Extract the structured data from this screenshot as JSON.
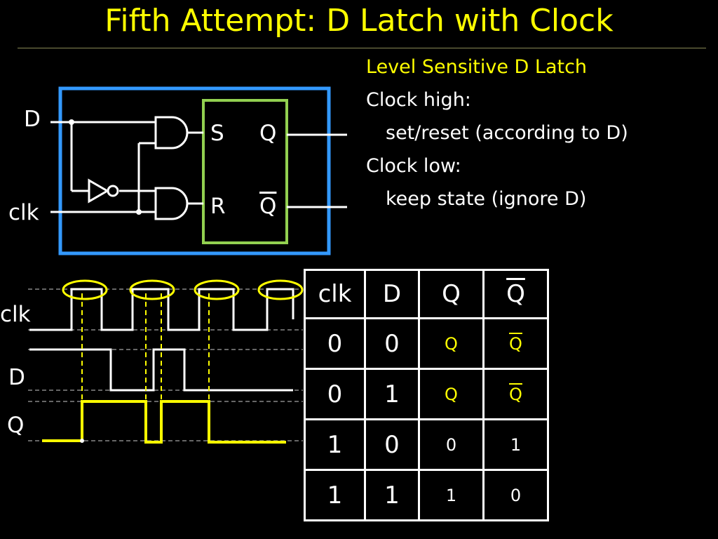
{
  "title": "Fifth Attempt: D Latch with Clock",
  "notes": {
    "heading": "Level Sensitive D Latch",
    "clock_high": "Clock high:",
    "clock_high_detail": "set/reset (according to D)",
    "clock_low": "Clock low:",
    "clock_low_detail": "keep state (ignore D)"
  },
  "circuit": {
    "input_d": "D",
    "input_clk": "clk",
    "latch_s": "S",
    "latch_r": "R",
    "out_q": "Q",
    "out_qbar": "Q"
  },
  "timing": {
    "signals": [
      "clk",
      "D",
      "Q"
    ]
  },
  "truth_table": {
    "headers": [
      "clk",
      "D",
      "Q",
      "Q"
    ],
    "rows": [
      [
        "0",
        "0",
        "Q",
        "Q"
      ],
      [
        "0",
        "1",
        "Q",
        "Q"
      ],
      [
        "1",
        "0",
        "0",
        "1"
      ],
      [
        "1",
        "1",
        "1",
        "0"
      ]
    ]
  },
  "colors": {
    "accent": "#ffff00",
    "enclosure": "#3399ff",
    "sr_box": "#92d050"
  }
}
